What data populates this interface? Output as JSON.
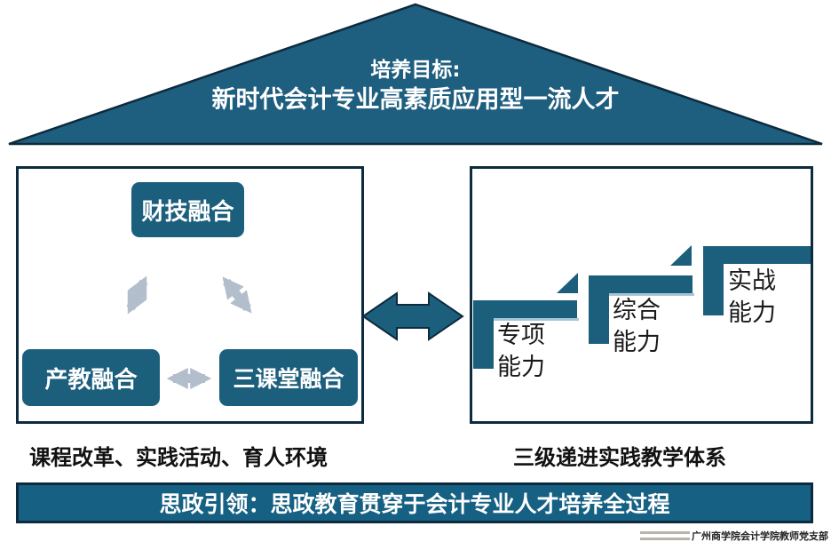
{
  "roof": {
    "title_line1": "培养目标:",
    "title_line2": "新时代会计专业高素质应用型一流人才"
  },
  "left_panel": {
    "nodes": [
      {
        "label": "财技融合"
      },
      {
        "label": "产教融合"
      },
      {
        "label": "三课堂融合"
      }
    ],
    "caption": "课程改革、实践活动、育人环境"
  },
  "right_panel": {
    "steps": [
      {
        "line1": "专项",
        "line2": "能力"
      },
      {
        "line1": "综合",
        "line2": "能力"
      },
      {
        "line1": "实战",
        "line2": "能力"
      }
    ],
    "caption": "三级递进实践教学体系"
  },
  "banner": {
    "text": "思政引领：思政教育贯穿于会计专业人才培养全过程"
  },
  "watermark": {
    "text": "广州商学院会计学院教师党支部"
  },
  "colors": {
    "shape_teal": "#1c5f7d",
    "roof_teal": "#1e5e7e",
    "banner_teal": "#156083",
    "dark_outline": "#0d2b3e",
    "gray_arrow": "#b3becc",
    "step_highlight": "#a6c6d8"
  }
}
